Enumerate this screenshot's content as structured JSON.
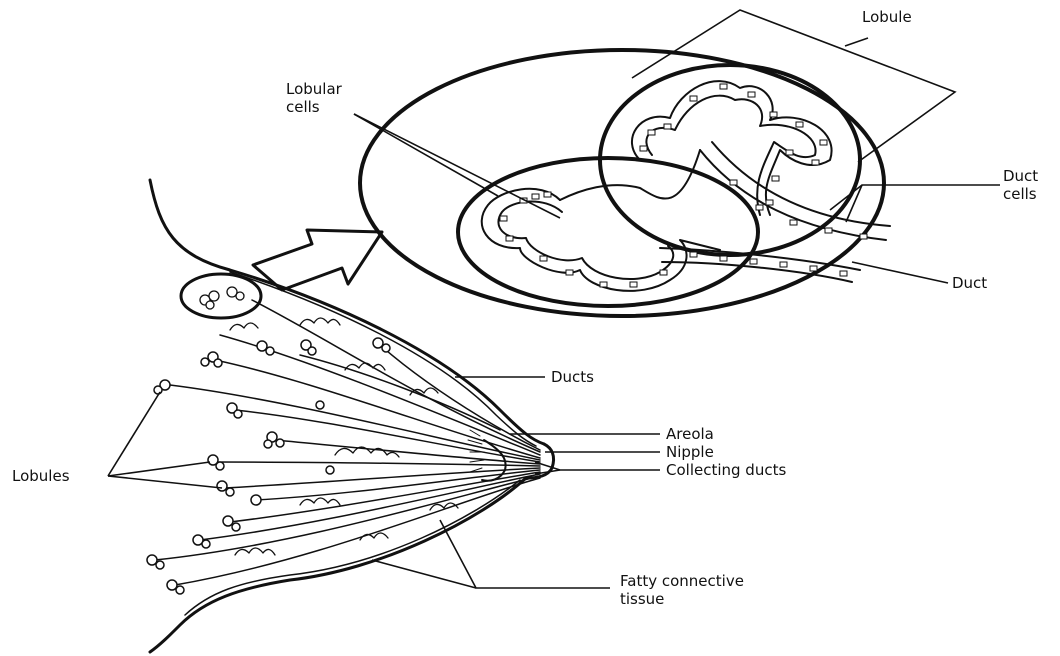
{
  "labels": {
    "lobule": "Lobule",
    "lobular_cells_line1": "Lobular",
    "lobular_cells_line2": "cells",
    "duct_cells_line1": "Duct",
    "duct_cells_line2": "cells",
    "duct": "Duct",
    "ducts": "Ducts",
    "areola": "Areola",
    "nipple": "Nipple",
    "collecting_ducts": "Collecting ducts",
    "lobules": "Lobules",
    "fatty_line1": "Fatty connective",
    "fatty_line2": "tissue"
  },
  "colors": {
    "ink": "#111111",
    "background": "#ffffff"
  }
}
